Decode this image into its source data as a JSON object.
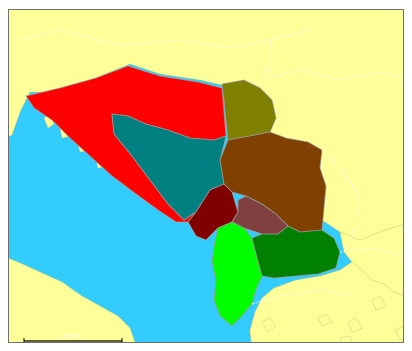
{
  "map": {
    "colors": {
      "land": "#ffff99",
      "sea": "#33ccff",
      "frame": "#6f6f6f"
    },
    "regions": [
      {
        "name": "region-red",
        "color": "#ff0000"
      },
      {
        "name": "region-teal",
        "color": "#008080"
      },
      {
        "name": "region-olive",
        "color": "#808000"
      },
      {
        "name": "region-brown",
        "color": "#804000"
      },
      {
        "name": "region-darkred",
        "color": "#800000"
      },
      {
        "name": "region-mauve",
        "color": "#804040"
      },
      {
        "name": "region-lime",
        "color": "#00ff00"
      },
      {
        "name": "region-green",
        "color": "#008000"
      }
    ],
    "scale_bar": {
      "label": "100 km"
    }
  }
}
